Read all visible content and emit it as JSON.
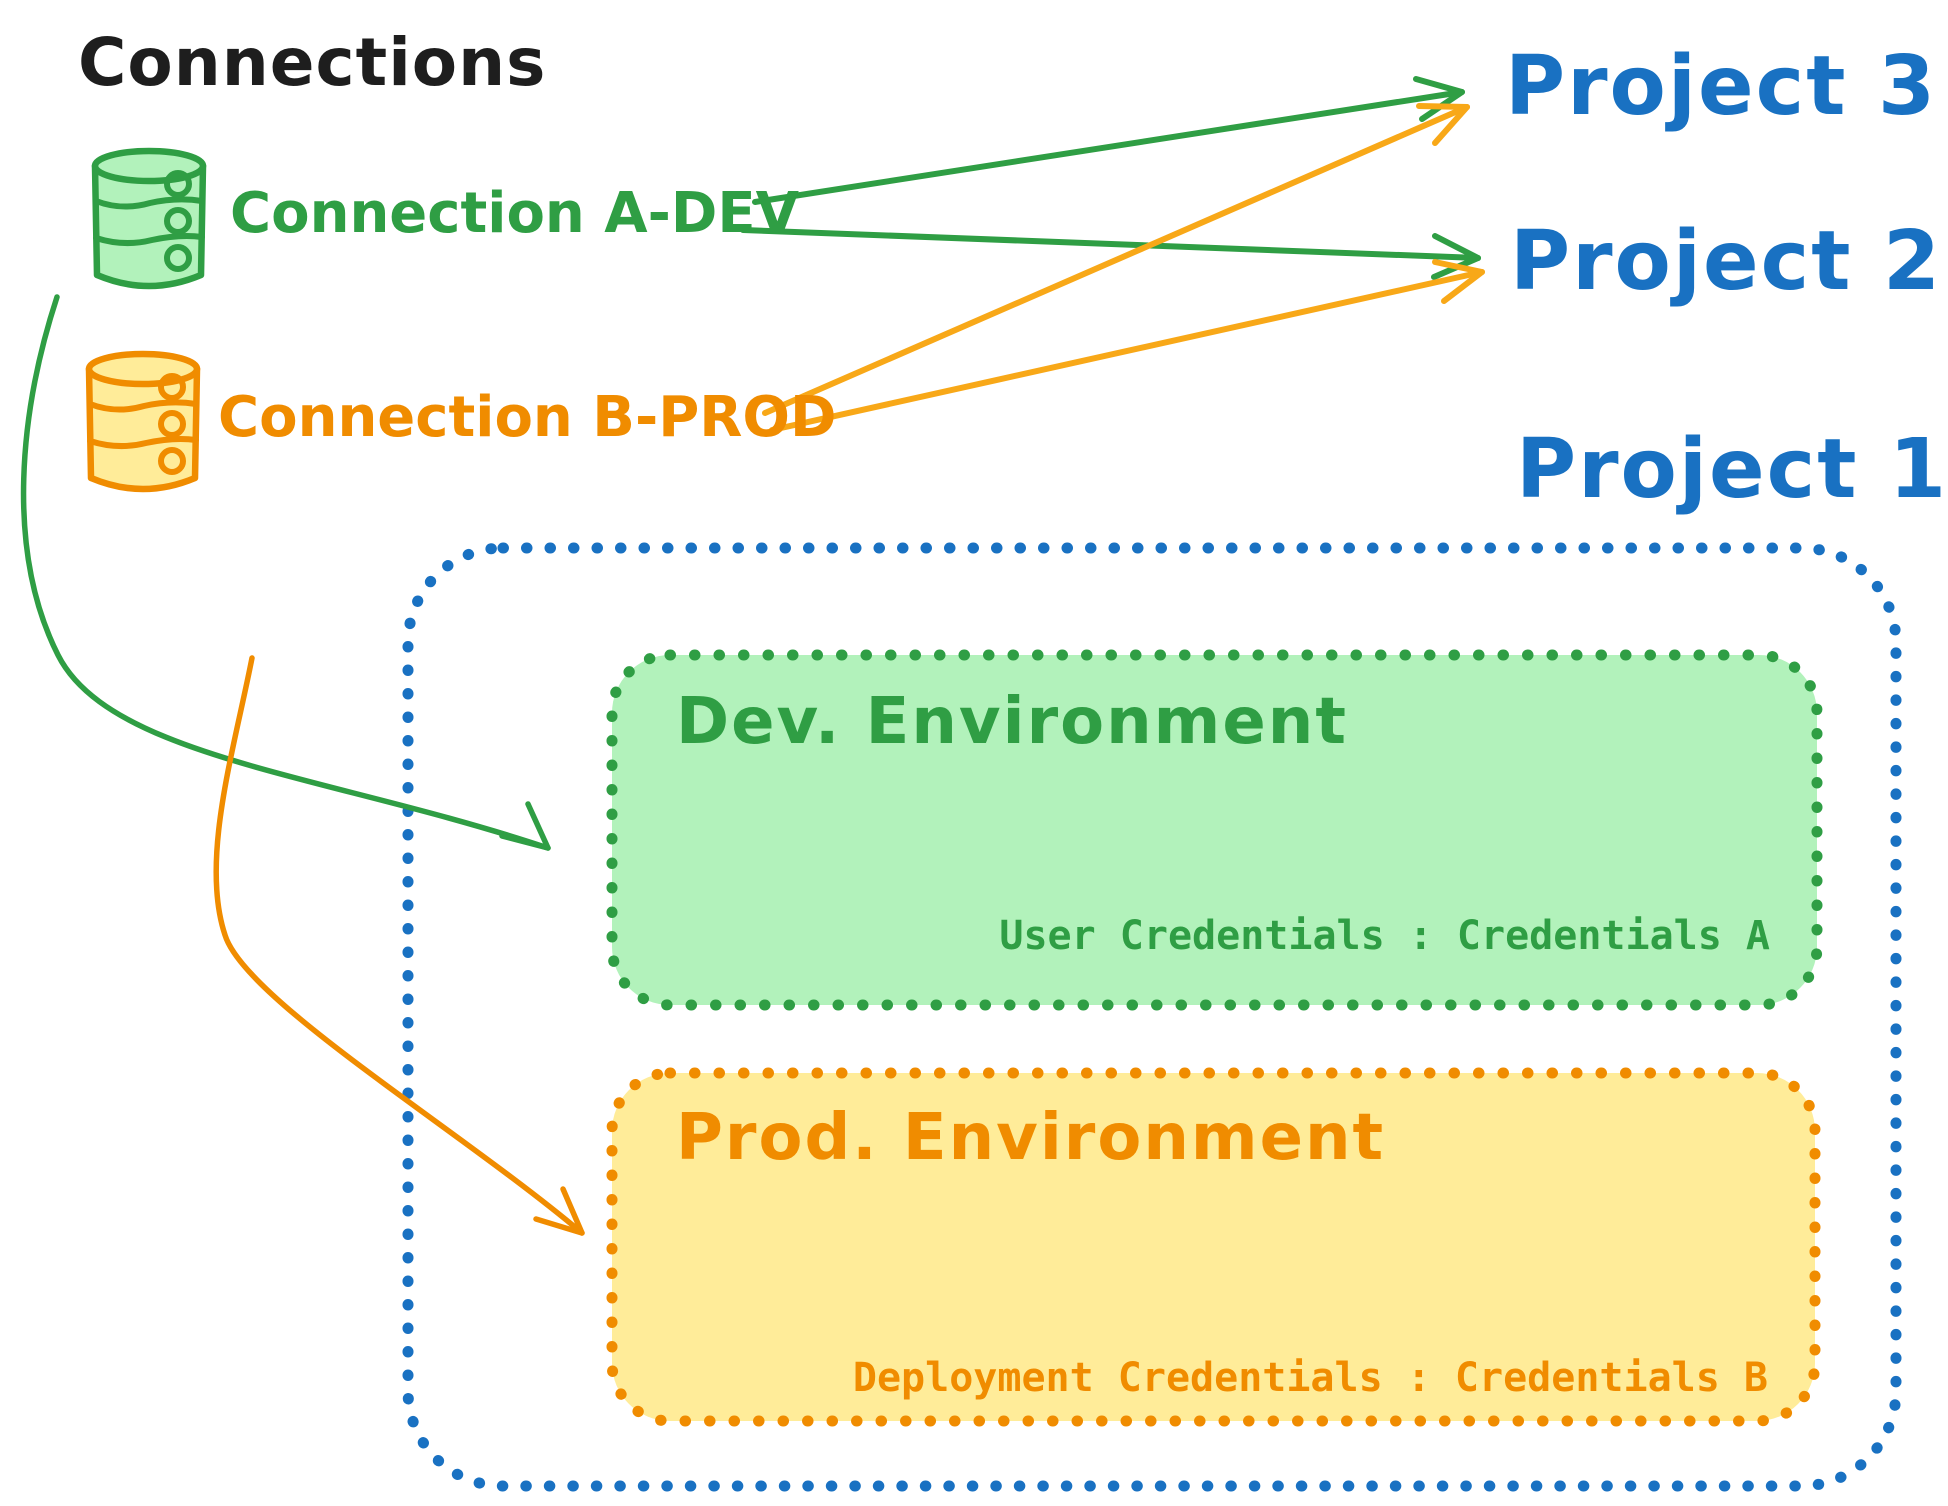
{
  "diagram": {
    "title": "Connections",
    "connections": [
      {
        "id": "a-dev",
        "label": "Connection A-DEV",
        "icon": "database",
        "color": "#2f9e44",
        "fill": "#b2f2bb"
      },
      {
        "id": "b-prod",
        "label": "Connection B-PROD",
        "icon": "database",
        "color": "#f08c00",
        "fill": "#ffec99"
      }
    ],
    "projects": [
      {
        "label": "Project 3"
      },
      {
        "label": "Project 2"
      },
      {
        "label": "Project 1"
      }
    ],
    "project1_detail": {
      "boundary_color": "#1971c2",
      "environments": [
        {
          "name": "Dev. Environment",
          "credentials": "User Credentials : Credentials A",
          "color": "#2f9e44",
          "fill": "#b2f2bb"
        },
        {
          "name": "Prod. Environment",
          "credentials": "Deployment Credentials : Credentials B",
          "color": "#f08c00",
          "fill": "#ffec99"
        }
      ]
    },
    "edges": [
      {
        "from": "Connection A-DEV",
        "to": "Project 3",
        "color": "#2f9e44",
        "style": "straight-arrow"
      },
      {
        "from": "Connection A-DEV",
        "to": "Project 2",
        "color": "#2f9e44",
        "style": "straight-arrow"
      },
      {
        "from": "Connection B-PROD",
        "to": "Project 3",
        "color": "#f08c00",
        "style": "straight-arrow"
      },
      {
        "from": "Connection B-PROD",
        "to": "Project 2",
        "color": "#f08c00",
        "style": "straight-arrow"
      },
      {
        "from": "Connection A-DEV",
        "to": "Dev. Environment",
        "color": "#2f9e44",
        "style": "curved-arrow"
      },
      {
        "from": "Connection B-PROD",
        "to": "Prod. Environment",
        "color": "#f08c00",
        "style": "curved-arrow"
      }
    ],
    "colors": {
      "blue": "#1971c2",
      "green": "#2f9e44",
      "orange": "#f08c00",
      "black": "#1e1e1e",
      "green_fill": "#b2f2bb",
      "orange_fill": "#ffec99",
      "background": "#ffffff"
    }
  }
}
